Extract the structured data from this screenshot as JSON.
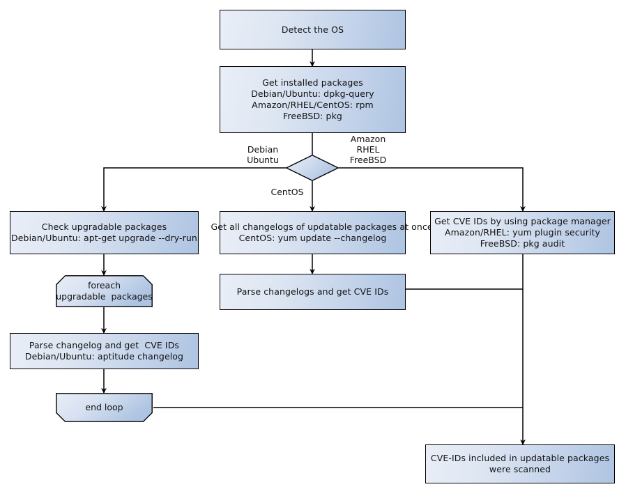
{
  "diagram": {
    "title": "Vulnerability scanning flow by OS",
    "type": "flowchart",
    "background": "#ffffff",
    "node_fill_light": "#e9eef7",
    "node_fill_dark": "#aec4e2",
    "stroke": "#000000",
    "text_color": "#111111"
  },
  "nodes": {
    "detect_os": {
      "label": "Detect the OS",
      "shape": "rectangle"
    },
    "get_installed_packages": {
      "label": "Get installed packages\nDebian/Ubuntu: dpkg-query\nAmazon/RHEL/CentOS: rpm\nFreeBSD: pkg",
      "shape": "rectangle"
    },
    "os_decision": {
      "label": "",
      "shape": "diamond"
    },
    "check_upgradable": {
      "label": "Check upgradable packages\nDebian/Ubuntu: apt-get upgrade --dry-run",
      "shape": "rectangle"
    },
    "foreach_loop": {
      "label": "foreach\nupgradable  packages",
      "shape": "loop-start"
    },
    "parse_changelog_deb": {
      "label": "Parse changelog and get  CVE IDs\nDebian/Ubuntu: aptitude changelog",
      "shape": "rectangle"
    },
    "end_loop": {
      "label": "end loop",
      "shape": "loop-end"
    },
    "get_all_changelogs": {
      "label": "Get all changelogs of updatable packages at once\nCentOS: yum update --changelog",
      "shape": "rectangle"
    },
    "parse_changelogs_centos": {
      "label": "Parse changelogs and get CVE IDs",
      "shape": "rectangle"
    },
    "get_cve_pkg_manager": {
      "label": "Get CVE IDs by using package manager\nAmazon/RHEL: yum plugin security\nFreeBSD: pkg audit",
      "shape": "rectangle"
    },
    "scanned_result": {
      "label": "CVE-IDs included in updatable packages\nwere scanned",
      "shape": "rectangle"
    }
  },
  "edge_labels": {
    "debian_ubuntu": "Debian\nUbuntu",
    "amazon_rhel_freebsd": "Amazon\nRHEL\nFreeBSD",
    "centos": "CentOS"
  }
}
